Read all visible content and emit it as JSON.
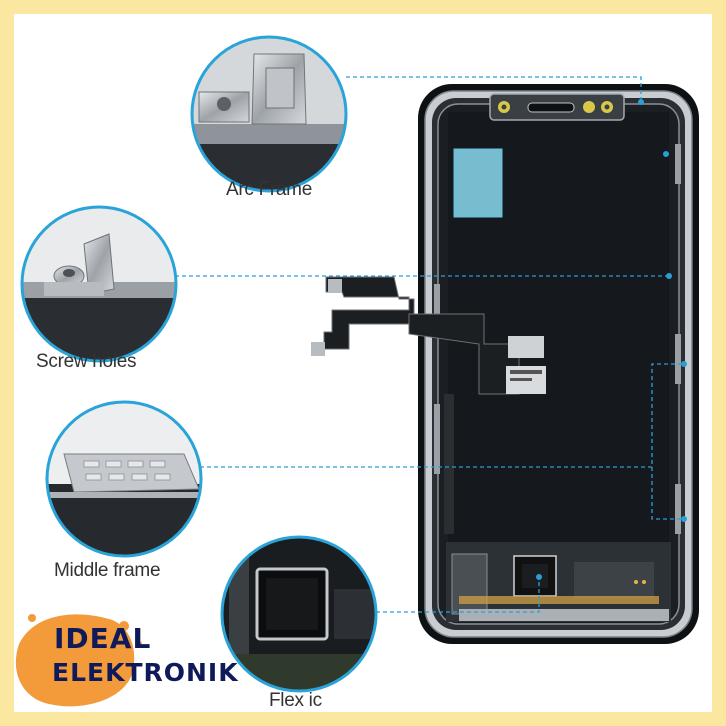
{
  "callouts": [
    {
      "label": "Arc Frame"
    },
    {
      "label": "Screw holes"
    },
    {
      "label": "Middle frame"
    },
    {
      "label": "Flex ic"
    }
  ],
  "brand": {
    "line1": "IDEAL",
    "line2": "ELEKTRONIK"
  },
  "colors": {
    "border": "#fce7a0",
    "callout_ring": "#2aa3d8",
    "dashed_line": "#2a9fd6",
    "screen": "#15191d",
    "brand_text": "#0f1a5a",
    "brand_splash": "#f39a3b"
  }
}
